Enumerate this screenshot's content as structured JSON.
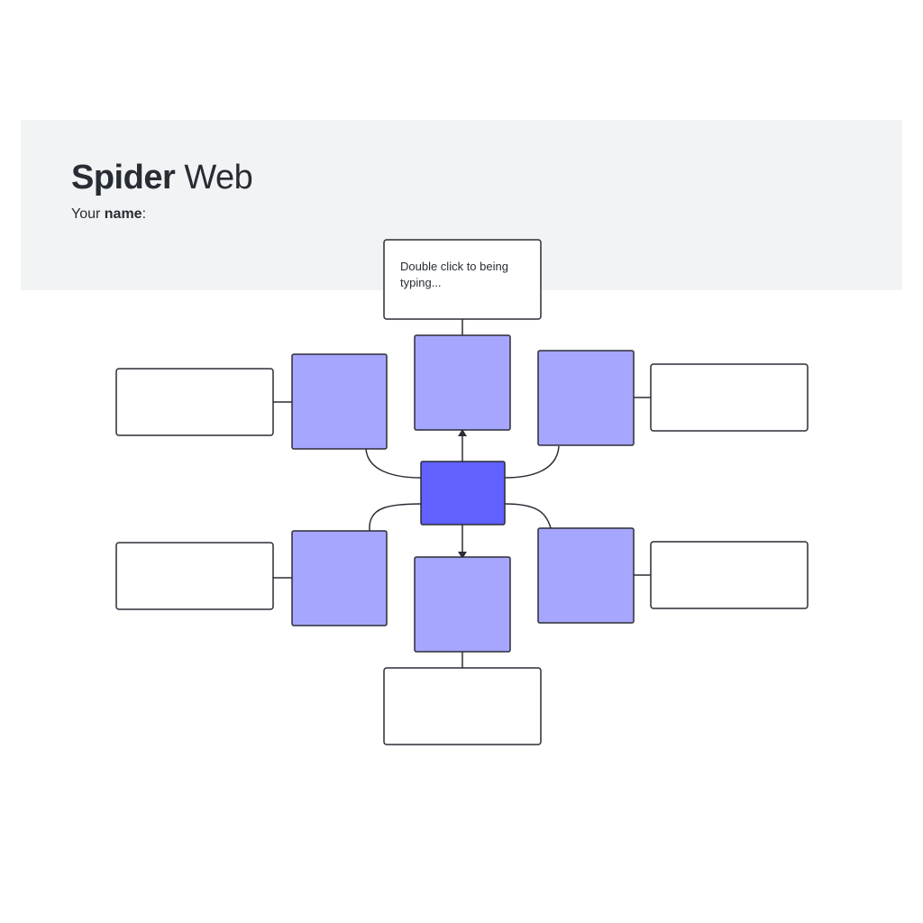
{
  "title": {
    "bold": "Spider",
    "light": "Web"
  },
  "subtitle": {
    "prefix": "Your ",
    "bold": "name",
    "suffix": ":"
  },
  "top_box_text": "Double click to being typing...",
  "colors": {
    "header_band": "#f2f3f5",
    "center_node": "#6161ff",
    "branch_node": "#a6a6ff",
    "stroke": "#2b2d36",
    "text": "#282c33"
  }
}
